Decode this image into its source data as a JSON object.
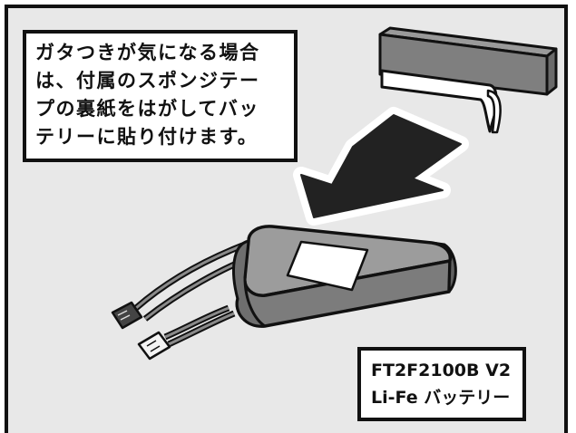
{
  "instruction_note": {
    "lines": [
      "ガタつきが気になる場合",
      "は、付属のスポンジテー",
      "プの裏紙をはがしてバッ",
      "テリーに貼り付けます。"
    ]
  },
  "battery_label": {
    "lines": [
      "FT2F2100B V2",
      "Li-Fe バッテリー"
    ]
  },
  "colors": {
    "panel_bg": "#e8e8e8",
    "border": "#111111",
    "foam_tape": "#7f7f7f",
    "battery_body": "#8a8a8a",
    "arrow": "#222222"
  }
}
